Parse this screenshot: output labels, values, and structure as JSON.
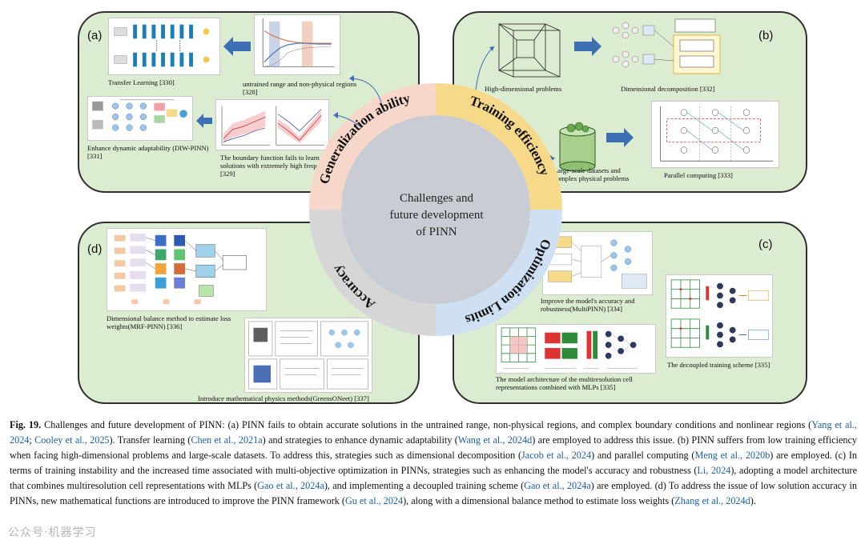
{
  "figure": {
    "center_lines": [
      "Challenges and",
      "future development",
      "of PINN"
    ],
    "ring_labels": {
      "generalization": "Generalization ability",
      "training": "Training efficiency",
      "optimization": "Optimization Limits",
      "accuracy": "Accuracy"
    },
    "colors": {
      "panel_bg": "#dcecd0",
      "generalization": "#f7d7c9",
      "training": "#f7d98a",
      "optimization": "#cfe0f2",
      "accuracy": "#d6d6d6",
      "hub": "#c9cdd3",
      "arrow": "#3d6fb4"
    },
    "panels": {
      "a": {
        "letter": "(a)",
        "transfer": "Transfer Learning [330]",
        "untrained": "untrained range and non-physical regions [328]",
        "dynamic": "Enhance dynamic adaptability (DIW-PINN) [331]",
        "boundary": "The boundary function fails to learn solutions with extremely high frequencies [329]"
      },
      "b": {
        "letter": "(b)",
        "highdim": "High-dimensional problems",
        "decomp": "Dimensional decomposition [332]",
        "datasets": "Large-scale datasets and complex physical problems",
        "parallel": "Parallel computing [333]"
      },
      "d": {
        "letter": "(d)",
        "balance": "Dimensional balance method to estimate loss weights(MRF-PINN) [336]",
        "greens": "Introduce mathematical physics methods(GreensONeet) [337]"
      },
      "c": {
        "letter": "(c)",
        "multipinn": "Improve the model's accuracy and robustness(MultiPINN) [334]",
        "decoupled": "The decoupled training scheme [335]",
        "multires": "The model architecture of the multiresolution cell representations combined with MLPs [335]"
      }
    }
  },
  "caption": {
    "label": "Fig. 19.",
    "segments": [
      {
        "t": " Challenges and future development of PINN: (a) PINN fails to obtain accurate solutions in the untrained range, non-physical regions, and complex boundary conditions and nonlinear regions (",
        "ref": false
      },
      {
        "t": "Yang et al., 2024",
        "ref": true
      },
      {
        "t": "; ",
        "ref": false
      },
      {
        "t": "Cooley et al., 2025",
        "ref": true
      },
      {
        "t": "). Transfer learning (",
        "ref": false
      },
      {
        "t": "Chen et al., 2021a",
        "ref": true
      },
      {
        "t": ") and strategies to enhance dynamic adaptability (",
        "ref": false
      },
      {
        "t": "Wang et al., 2024d",
        "ref": true
      },
      {
        "t": ") are employed to address this issue. (b) PINN suffers from low training efficiency when facing high-dimensional problems and large-scale datasets. To address this, strategies such as dimensional decomposition (",
        "ref": false
      },
      {
        "t": "Jacob et al., 2024",
        "ref": true
      },
      {
        "t": ") and parallel computing (",
        "ref": false
      },
      {
        "t": "Meng et al., 2020b",
        "ref": true
      },
      {
        "t": ") are employed. (c) In terms of training instability and the increased time associated with multi-objective optimization in PINNs, strategies such as enhancing the model's accuracy and robustness (",
        "ref": false
      },
      {
        "t": "Li, 2024",
        "ref": true
      },
      {
        "t": "), adopting a model architecture that combines multiresolution cell representations with MLPs (",
        "ref": false
      },
      {
        "t": "Gao et al., 2024a",
        "ref": true
      },
      {
        "t": "), and implementing a decoupled training scheme (",
        "ref": false
      },
      {
        "t": "Gao et al., 2024a",
        "ref": true
      },
      {
        "t": ") are employed. (d) To address the issue of low solution accuracy in PINNs, new mathematical functions are introduced to improve the PINN framework (",
        "ref": false
      },
      {
        "t": "Gu et al., 2024",
        "ref": true
      },
      {
        "t": "), along with a dimensional balance method to estimate loss weights (",
        "ref": false
      },
      {
        "t": "Zhang et al., 2024d",
        "ref": true
      },
      {
        "t": ").",
        "ref": false
      }
    ]
  },
  "watermark": "公众号·机器学习"
}
